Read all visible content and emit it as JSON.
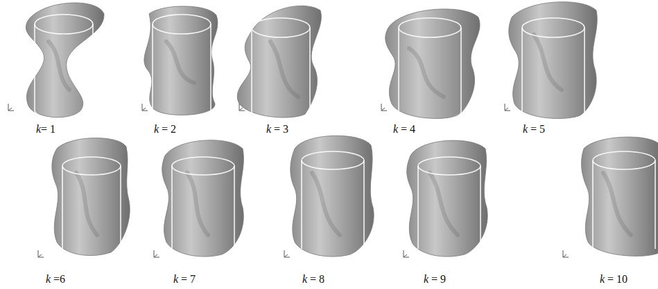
{
  "diagram": {
    "labels": [
      "k= 1",
      "k = 2",
      "k = 3",
      "k = 4",
      "k = 5",
      "k =6",
      "k = 7",
      "k = 8",
      "k = 9",
      "k = 10"
    ]
  }
}
